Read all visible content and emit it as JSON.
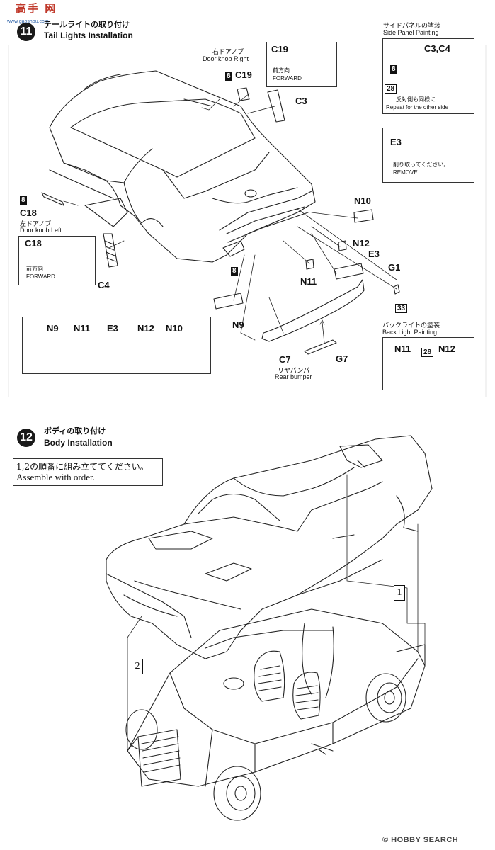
{
  "watermark_top": "高手 网",
  "watermark_sub": "www.gaoshou.com",
  "step11": {
    "number": "11",
    "title_jp": "テールライトの取り付け",
    "title_en": "Tail Lights Installation"
  },
  "step12": {
    "number": "12",
    "title_jp": "ボディの取り付け",
    "title_en": "Body Installation",
    "note_jp": "1,2の順番に組み立ててください。",
    "note_en": "Assemble with order.",
    "seq1": "1",
    "seq2": "2"
  },
  "side_panel": {
    "title_jp": "サイドパネルの塗装",
    "title_en": "Side Panel Painting",
    "parts": "C3,C4",
    "color_a": "8",
    "color_b": "28",
    "note_jp": "反対側も同様に",
    "note_en": "Repeat for the other side"
  },
  "remove_box": {
    "part": "E3",
    "note_jp": "削り取ってください。",
    "note_en": "REMOVE"
  },
  "back_light": {
    "title_jp": "バックライトの塗装",
    "title_en": "Back Light Painting",
    "left": "N11",
    "color": "28",
    "right": "N12"
  },
  "c19_box": {
    "part": "C19",
    "dir_jp": "前方向",
    "dir_en": "FORWARD"
  },
  "c18_box": {
    "part": "C18",
    "dir_jp": "前方向",
    "dir_en": "FORWARD"
  },
  "labels": {
    "door_knob_right_jp": "右ドアノブ",
    "door_knob_right_en": "Door knob Right",
    "c19": "C19",
    "c19_color": "8",
    "c3": "C3",
    "c18": "C18",
    "c18_color": "8",
    "door_knob_left_jp": "左ドアノブ",
    "door_knob_left_en": "Door knob Left",
    "c4": "C4",
    "body_color": "8",
    "n10": "N10",
    "n12": "N12",
    "e3": "E3",
    "g1": "G1",
    "g1_color": "33",
    "n11": "N11",
    "n9": "N9",
    "c7": "C7",
    "rear_bumper_jp": "リヤバンパー",
    "rear_bumper_en": "Rear bumper",
    "g7": "G7"
  },
  "light_strip": {
    "labels": [
      "N9",
      "N11",
      "E3",
      "N12",
      "N10"
    ]
  },
  "footer": {
    "brand": "HOBBY SEARCH"
  }
}
